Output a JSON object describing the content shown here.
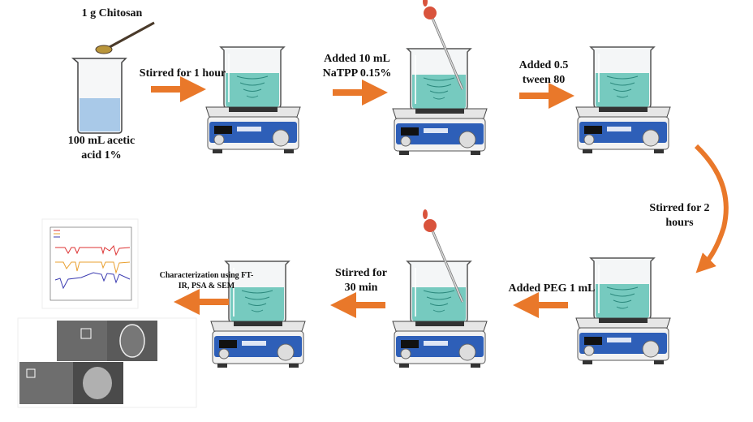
{
  "labels": {
    "chitosan": "1 g Chitosan",
    "acetic_acid": "100 mL acetic acid 1%",
    "step1": "Stirred for 1 hour",
    "step2": "Added 10 mL NaTPP 0.15%",
    "step3": "Added 0.5 tween 80",
    "step4": "Stirred for 2 hours",
    "step5": "Added PEG 1 mL",
    "step6": "Stirred for 30 min",
    "step7": "Characterization using FT-IR, PSA & SEM"
  },
  "colors": {
    "arrow": "#E9782A",
    "liquid": "#5FC2B5",
    "panel": "#2E5FB8"
  }
}
